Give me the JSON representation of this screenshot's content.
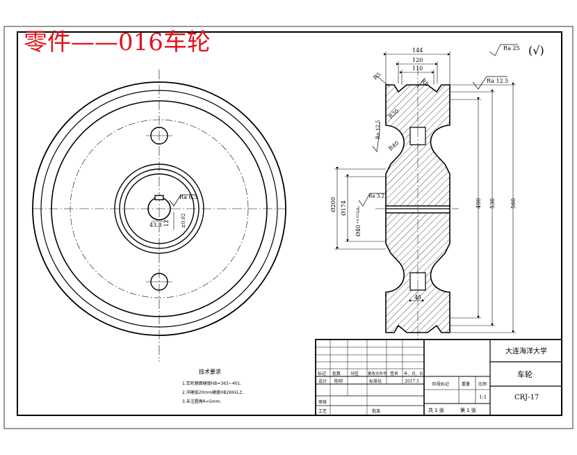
{
  "title_stamp": "零件——016车轮",
  "surface_finish": {
    "default_symbol_label": "Ra 25",
    "default_paren": "(√)",
    "rim": "Ra 12.5",
    "web": "Ra 12.5",
    "bore": "Ra 3.2",
    "hub_face": "Ra 6.3"
  },
  "dimensions": {
    "top_width": "144",
    "mid_width": "120",
    "inner_width": "110",
    "chamfer": "R5",
    "r_top": "R8",
    "r30": "R30",
    "r40": "R40",
    "d200": "Ø200",
    "d174": "Ø174",
    "bore": "Ø40",
    "bore_tol": "+0.025 0",
    "h490": "490",
    "h530": "530",
    "h560": "560",
    "w45": "45",
    "key_width": "12",
    "keyway_depth": "43.3",
    "key_tol": "±0.02"
  },
  "technical_requirements": {
    "heading": "技术要求",
    "items": [
      "1.车轮踏面硬度HB=363~401.",
      "2.淬硬层20mm硬度HB269以上.",
      "3.未注圆角R=5mm."
    ]
  },
  "title_block": {
    "school": "大连海洋大学",
    "part_name": "车轮",
    "drawing_no": "CRJ-17",
    "headers": [
      "标记",
      "处数",
      "分区",
      "更改文件号",
      "签名",
      "年、月、日"
    ],
    "designer_label": "设计",
    "designer_name": "陈帅",
    "standard_label": "标准化",
    "date": "2017.5",
    "review_label": "审核",
    "process_label": "工艺",
    "approve_label": "批准",
    "stage_label": "阶段标记",
    "weight_label": "重量",
    "scale_label": "比例",
    "scale": "1:1",
    "sheets": "共 1 张",
    "sheet_no": "第 1 张"
  }
}
